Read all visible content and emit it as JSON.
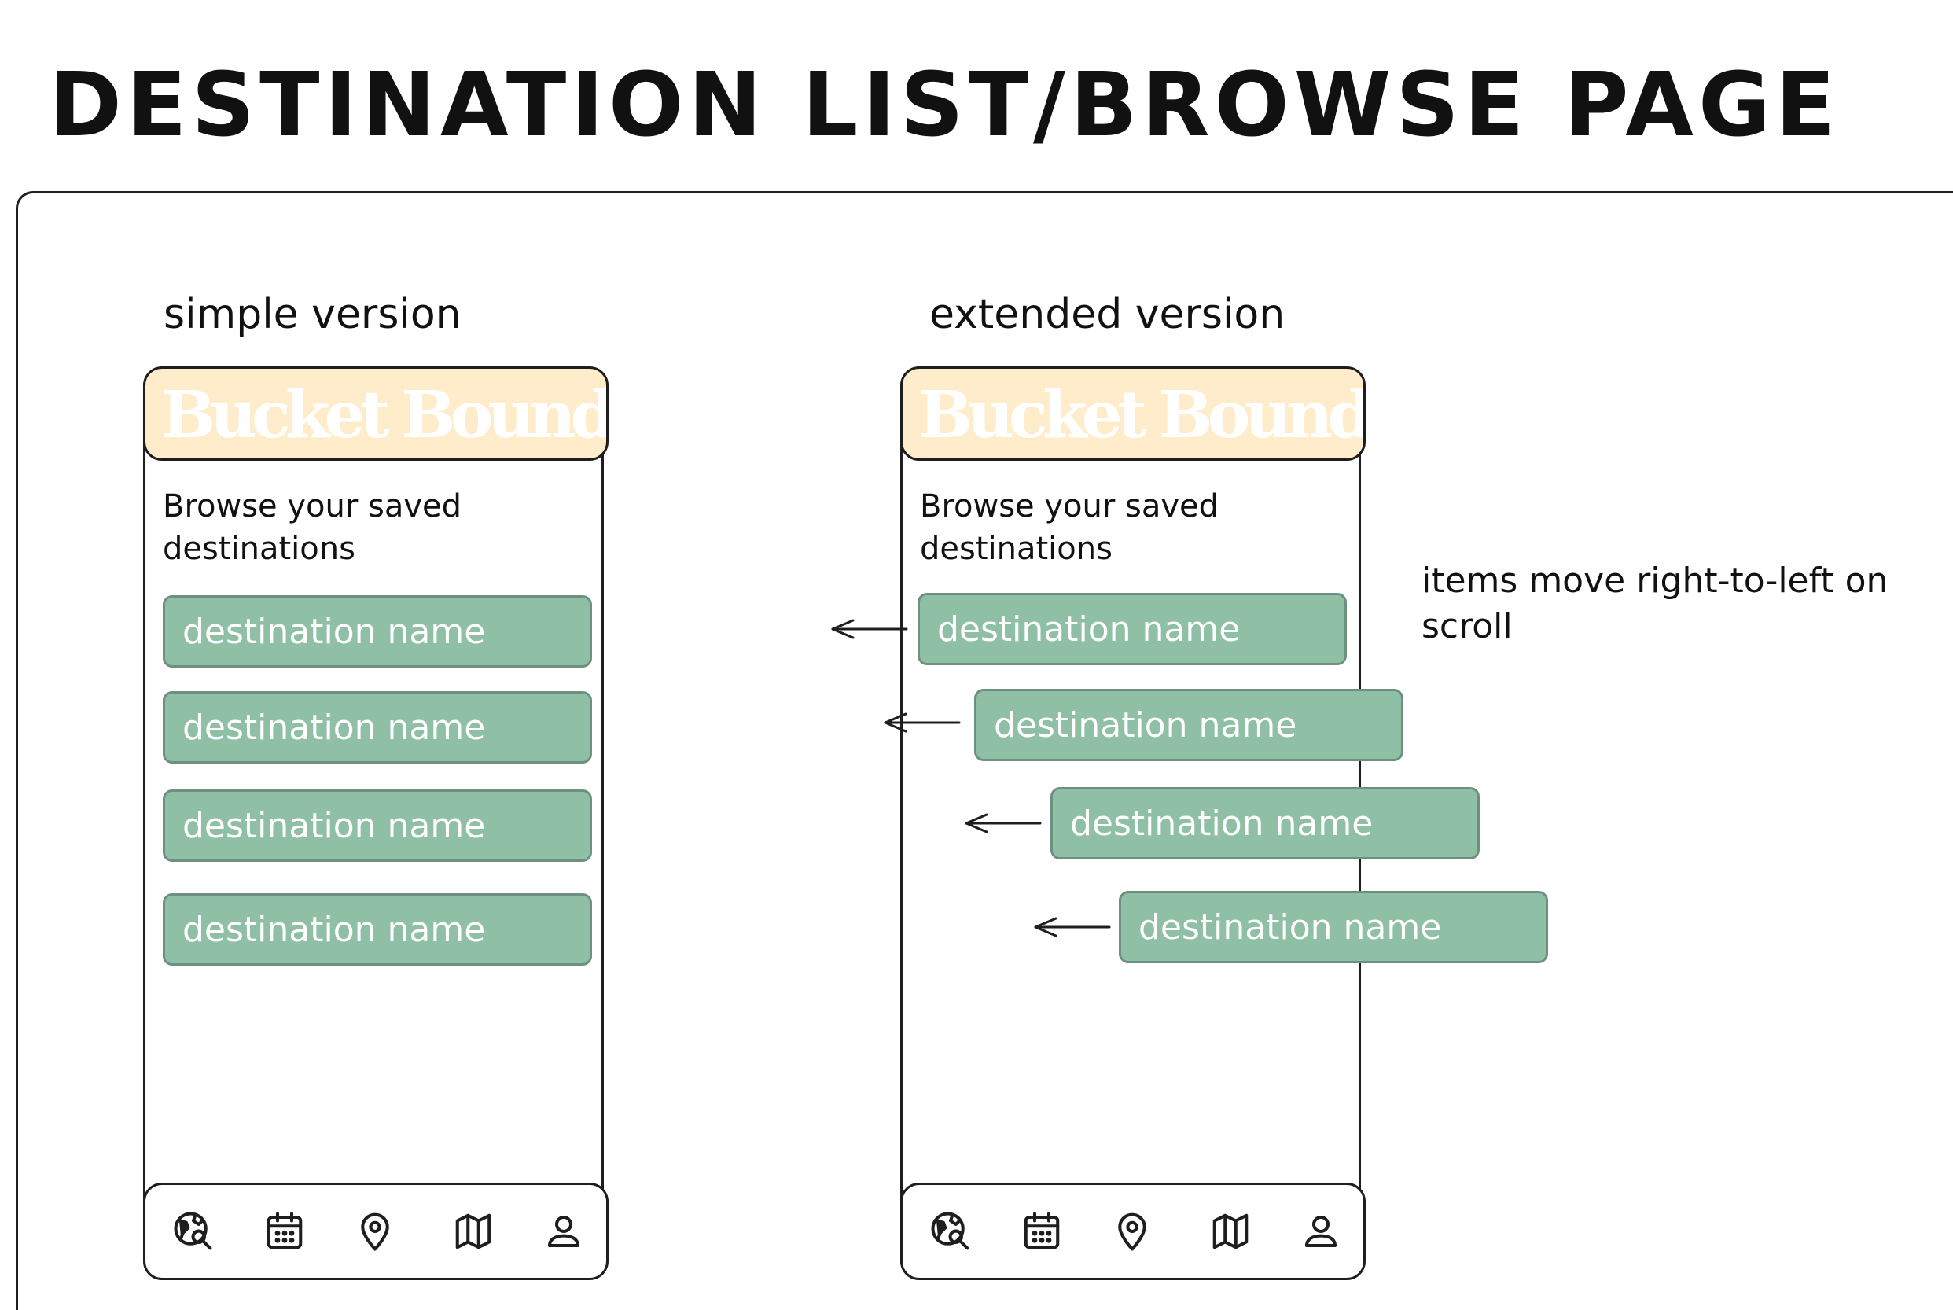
{
  "title": "DESTINATION LIST/BROWSE PAGE",
  "simple": {
    "label": "simple version",
    "brand": "Bucket Bounds",
    "intro": "Browse your saved destinations",
    "items": [
      "destination name",
      "destination name",
      "destination name",
      "destination name"
    ]
  },
  "extended": {
    "label": "extended version",
    "brand": "Bucket Bounds",
    "intro": "Browse your saved destinations",
    "items": [
      "destination name",
      "destination name",
      "destination name",
      "destination name"
    ]
  },
  "note": "items move right-to-left on scroll",
  "nav_icons": [
    "globe-search-icon",
    "calendar-icon",
    "map-pin-icon",
    "map-icon",
    "user-icon"
  ],
  "colors": {
    "header_fill": "#ffeccb",
    "card_fill": "#8fbfa5",
    "card_border": "#6f8f80",
    "stroke": "#1e1e1e"
  }
}
